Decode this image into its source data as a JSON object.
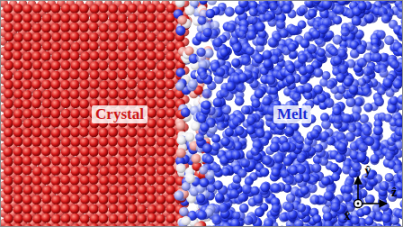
{
  "diagram": {
    "labels": [
      "Crystal",
      "Melt",
      "ŷ",
      "ẑ",
      "x̂"
    ]
  }
}
